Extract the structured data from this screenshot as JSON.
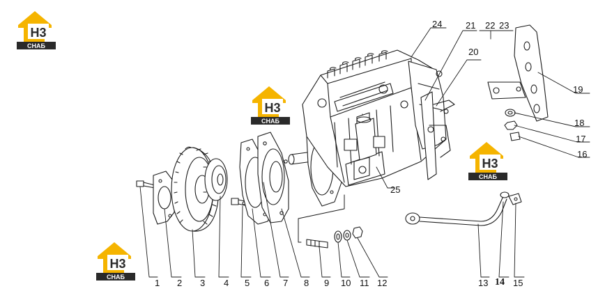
{
  "logo": {
    "text_top": "H3",
    "text_bottom": "СНАБ",
    "color_yellow": "#F5B400",
    "color_dark": "#2A2A2A"
  },
  "labels": {
    "n1": "1",
    "n2": "2",
    "n3": "3",
    "n4": "4",
    "n5": "5",
    "n6": "6",
    "n7": "7",
    "n8": "8",
    "n9": "9",
    "n10": "10",
    "n11": "11",
    "n12": "12",
    "n13": "13",
    "n14": "14",
    "n15": "15",
    "n16": "16",
    "n17": "17",
    "n18": "18",
    "n19": "19",
    "n20": "20",
    "n21": "21",
    "n22": "22",
    "n23": "23",
    "n24": "24",
    "n25": "25"
  },
  "colors": {
    "line": "#1a1a1a"
  }
}
